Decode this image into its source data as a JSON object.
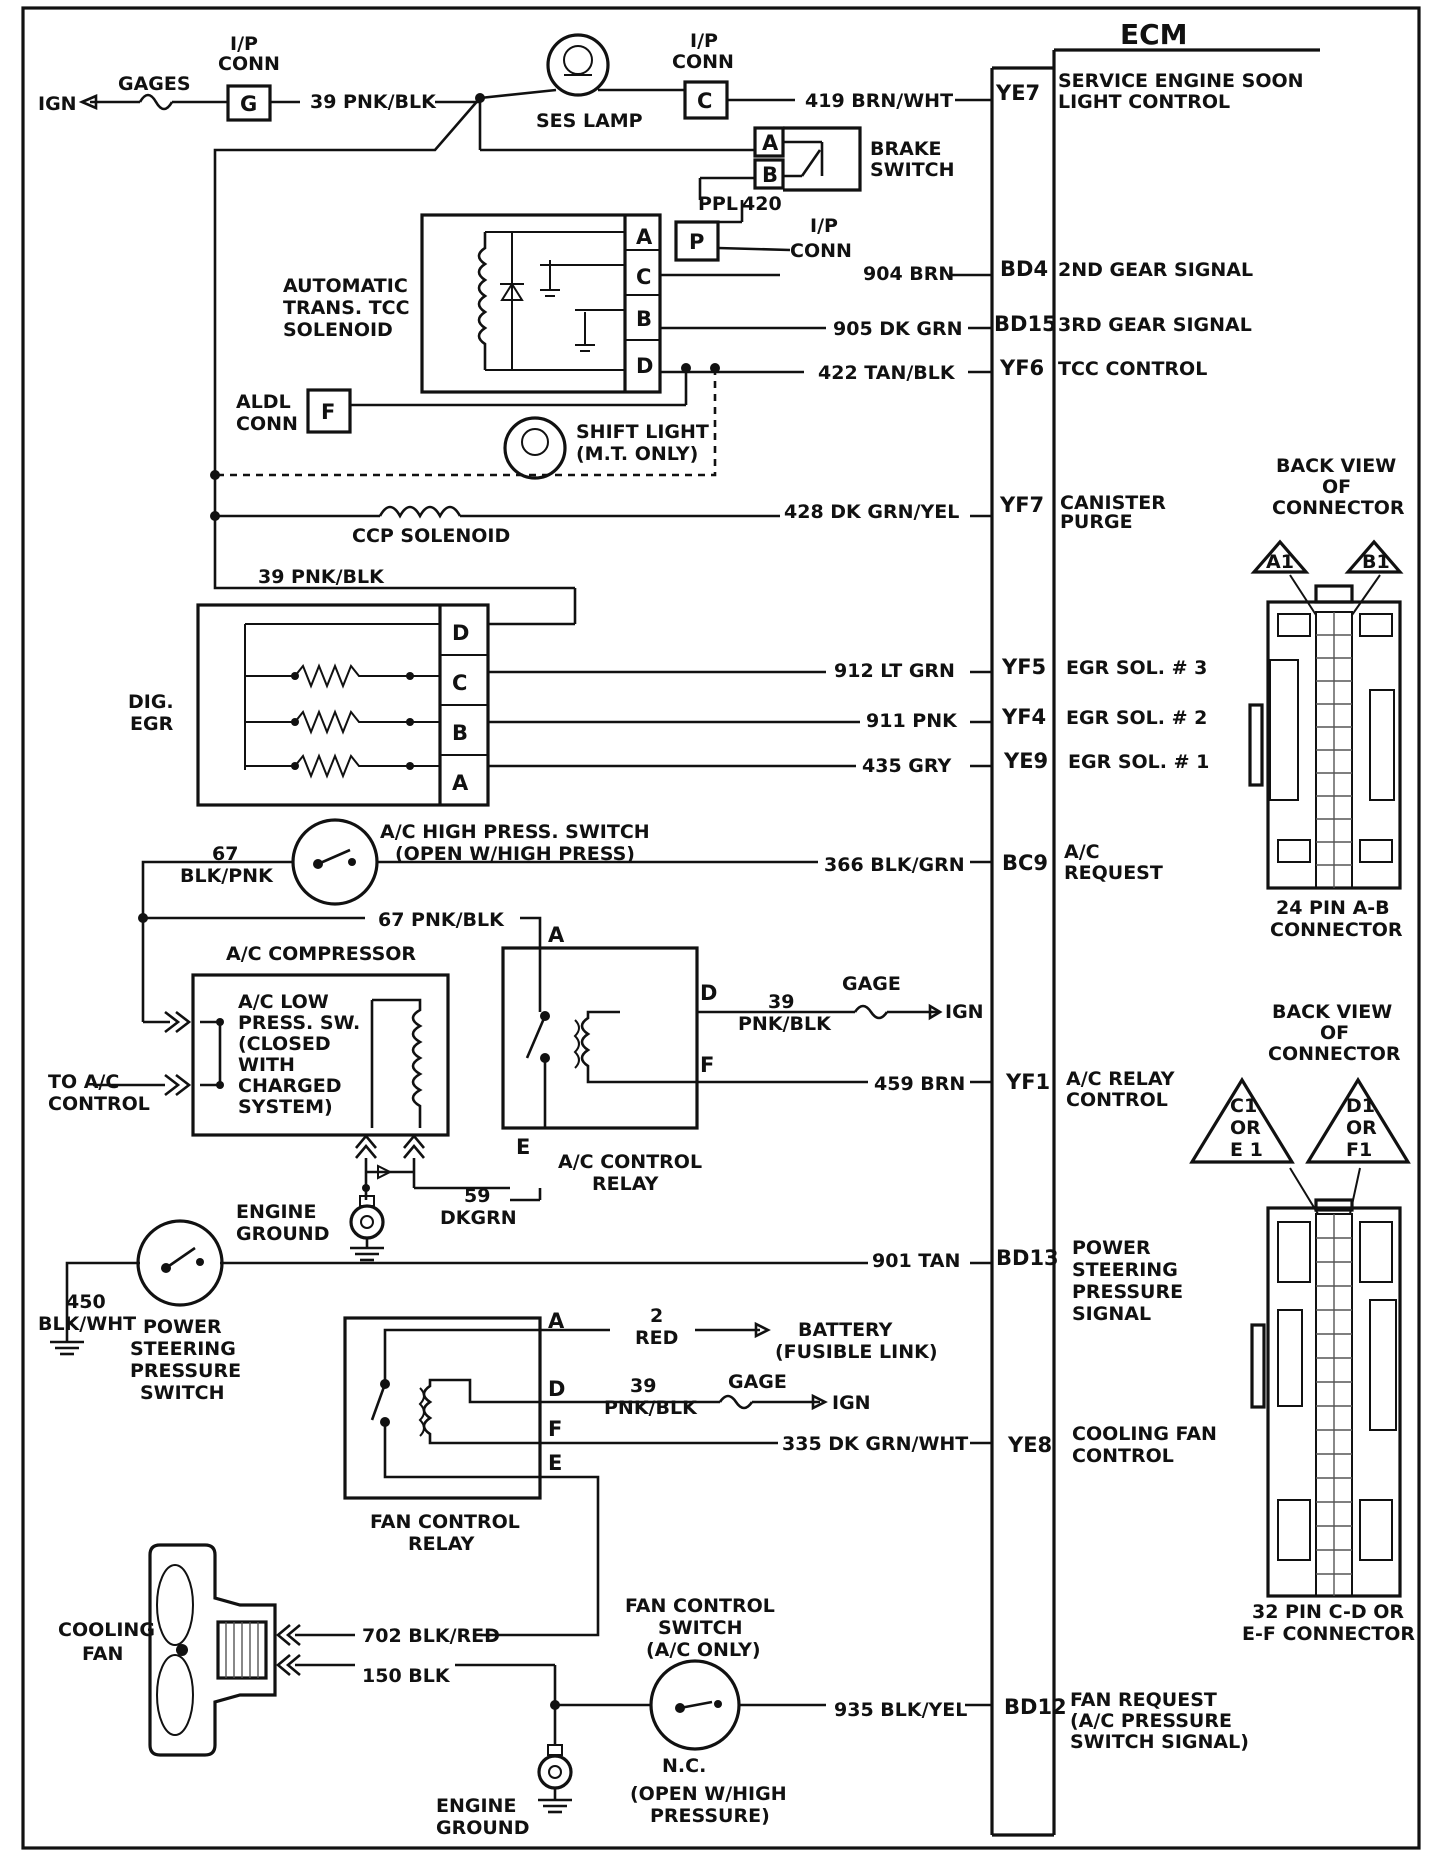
{
  "ecm": {
    "title": "ECM",
    "pins": [
      {
        "code": "YE7",
        "desc": [
          "SERVICE ENGINE SOON",
          "LIGHT CONTROL"
        ],
        "wire": "419 BRN/WHT"
      },
      {
        "code": "BD4",
        "desc": [
          "2ND GEAR SIGNAL"
        ],
        "wire": "904 BRN"
      },
      {
        "code": "BD15",
        "desc": [
          "3RD GEAR SIGNAL"
        ],
        "wire": "905 DK GRN"
      },
      {
        "code": "YF6",
        "desc": [
          "TCC CONTROL"
        ],
        "wire": "422 TAN/BLK"
      },
      {
        "code": "YF7",
        "desc": [
          "CANISTER",
          "PURGE"
        ],
        "wire": "428 DK GRN/YEL"
      },
      {
        "code": "YF5",
        "desc": [
          "EGR SOL. # 3"
        ],
        "wire": "912 LT GRN"
      },
      {
        "code": "YF4",
        "desc": [
          "EGR SOL. # 2"
        ],
        "wire": "911 PNK"
      },
      {
        "code": "YE9",
        "desc": [
          "EGR SOL. # 1"
        ],
        "wire": "435 GRY"
      },
      {
        "code": "BC9",
        "desc": [
          "A/C",
          "REQUEST"
        ],
        "wire": "366 BLK/GRN"
      },
      {
        "code": "YF1",
        "desc": [
          "A/C RELAY",
          "CONTROL"
        ],
        "wire": "459 BRN"
      },
      {
        "code": "BD13",
        "desc": [
          "POWER",
          "STEERING",
          "PRESSURE",
          "SIGNAL"
        ],
        "wire": "901 TAN"
      },
      {
        "code": "YE8",
        "desc": [
          "COOLING FAN",
          "CONTROL"
        ],
        "wire": "335 DK GRN/WHT"
      },
      {
        "code": "BD12",
        "desc": [
          "FAN REQUEST",
          "(A/C PRESSURE",
          "SWITCH SIGNAL)"
        ],
        "wire": "935 BLK/YEL"
      }
    ]
  },
  "top": {
    "ign": "IGN",
    "gages": "GAGES",
    "ip_conn": [
      "I/P",
      "CONN"
    ],
    "conn_g": "G",
    "conn_c": "C",
    "wire_39": "39 PNK/BLK",
    "ses_lamp": "SES LAMP",
    "brake_switch": [
      "BRAKE",
      "SWITCH"
    ],
    "brake_a": "A",
    "brake_b": "B",
    "ppl": "PPL",
    "ppl_num": "420",
    "conn_p": "P",
    "ip_conn2": [
      "I/P",
      "CONN"
    ]
  },
  "tcc": {
    "label": [
      "AUTOMATIC",
      "TRANS. TCC",
      "SOLENOID"
    ],
    "pins": [
      "A",
      "C",
      "B",
      "D"
    ],
    "aldl": [
      "ALDL",
      "CONN"
    ],
    "aldl_pin": "F",
    "shift_light": [
      "SHIFT LIGHT",
      "(M.T. ONLY)"
    ]
  },
  "ccp": {
    "label": "CCP SOLENOID"
  },
  "egr": {
    "wire_39": "39 PNK/BLK",
    "label": [
      "DIG.",
      "EGR"
    ],
    "pins": [
      "D",
      "C",
      "B",
      "A"
    ]
  },
  "ac": {
    "high_switch": [
      "A/C HIGH PRESS. SWITCH",
      "(OPEN W/HIGH PRESS)"
    ],
    "wire_67": [
      "67",
      "BLK/PNK"
    ],
    "wire_67b": "67 PNK/BLK",
    "compressor": "A/C COMPRESSOR",
    "low_switch": [
      "A/C LOW",
      "PRESS. SW.",
      "(CLOSED",
      "WITH",
      "CHARGED",
      "SYSTEM)"
    ],
    "to_control": [
      "TO A/C",
      "CONTROL"
    ],
    "engine_ground": [
      "ENGINE",
      "GROUND"
    ],
    "wire_59": [
      "59",
      "DKGRN"
    ],
    "relay_label": [
      "A/C CONTROL",
      "RELAY"
    ],
    "relay_pins": {
      "a": "A",
      "d": "D",
      "f": "F",
      "e": "E"
    },
    "wire_39": [
      "39",
      "PNK/BLK"
    ],
    "gage": "GAGE",
    "ign": "IGN"
  },
  "ps": {
    "switch_label": [
      "POWER",
      "STEERING",
      "PRESSURE",
      "SWITCH"
    ],
    "wire_450": [
      "450",
      "BLK/WHT"
    ]
  },
  "fan": {
    "relay_label": [
      "FAN CONTROL",
      "RELAY"
    ],
    "pins": {
      "a": "A",
      "d": "D",
      "f": "F",
      "e": "E"
    },
    "wire_2": [
      "2",
      "RED"
    ],
    "battery": [
      "BATTERY",
      "(FUSIBLE LINK)"
    ],
    "wire_39": [
      "39",
      "PNK/BLK"
    ],
    "gage": "GAGE",
    "ign": "IGN",
    "cooling_fan": [
      "COOLING",
      "FAN"
    ],
    "wire_702": "702 BLK/RED",
    "wire_150": "150 BLK",
    "switch_label": [
      "FAN CONTROL",
      "SWITCH",
      "(A/C ONLY)"
    ],
    "nc": "N.C.",
    "open_high": [
      "(OPEN W/HIGH",
      "PRESSURE)"
    ],
    "engine_ground": [
      "ENGINE",
      "GROUND"
    ]
  },
  "connectors": {
    "back_view": [
      "BACK VIEW",
      "OF",
      "CONNECTOR"
    ],
    "a1": "A1",
    "b1": "B1",
    "ab_label": [
      "24 PIN  A-B",
      "CONNECTOR"
    ],
    "back_view2": [
      "BACK VIEW",
      "OF",
      "CONNECTOR"
    ],
    "c1": [
      "C1",
      "OR",
      "E 1"
    ],
    "d1": [
      "D1",
      "OR",
      "F1"
    ],
    "cd_label": [
      "32  PIN C-D OR",
      "E-F  CONNECTOR"
    ]
  }
}
